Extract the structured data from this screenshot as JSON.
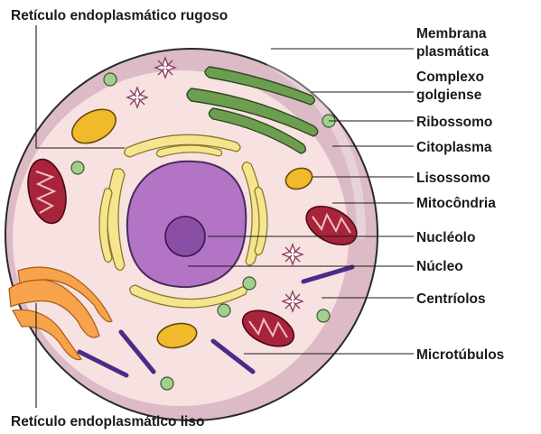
{
  "labels": {
    "rough_er": "Retículo endoplasmático rugoso",
    "membrane_line1": "Membrana",
    "membrane_line2": "plasmática",
    "golgi_line1": "Complexo",
    "golgi_line2": "golgiense",
    "ribosome": "Ribossomo",
    "cytoplasm": "Citoplasma",
    "lysosome": "Lisossomo",
    "mitochondria": "Mitocôndria",
    "nucleolus": "Nucléolo",
    "nucleus": "Núcleo",
    "centrioles": "Centríolos",
    "microtubules": "Microtúbulos",
    "smooth_er": "Retículo endoplasmático liso"
  },
  "colors": {
    "cell_outer": "#d9b7c4",
    "cytoplasm": "#f6dede",
    "nucleus": "#b276c4",
    "nucleolus": "#8a4ea0",
    "er": "#f3e08a",
    "golgi": "#6a9e4c",
    "mitochondria": "#a8243a",
    "lysosome": "#f0b82a",
    "ribosome": "#9cc98a",
    "microtubule": "#4a2a80",
    "smooth_er": "#f5a04a"
  }
}
